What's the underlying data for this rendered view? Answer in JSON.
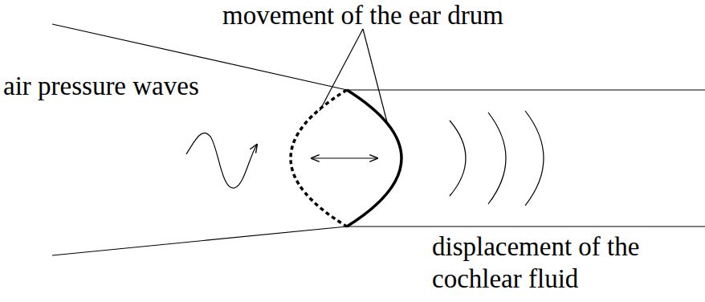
{
  "diagram": {
    "labels": [
      "movement of the ear drum",
      "air pressure waves",
      "displacement of the cochlear fluid"
    ]
  }
}
